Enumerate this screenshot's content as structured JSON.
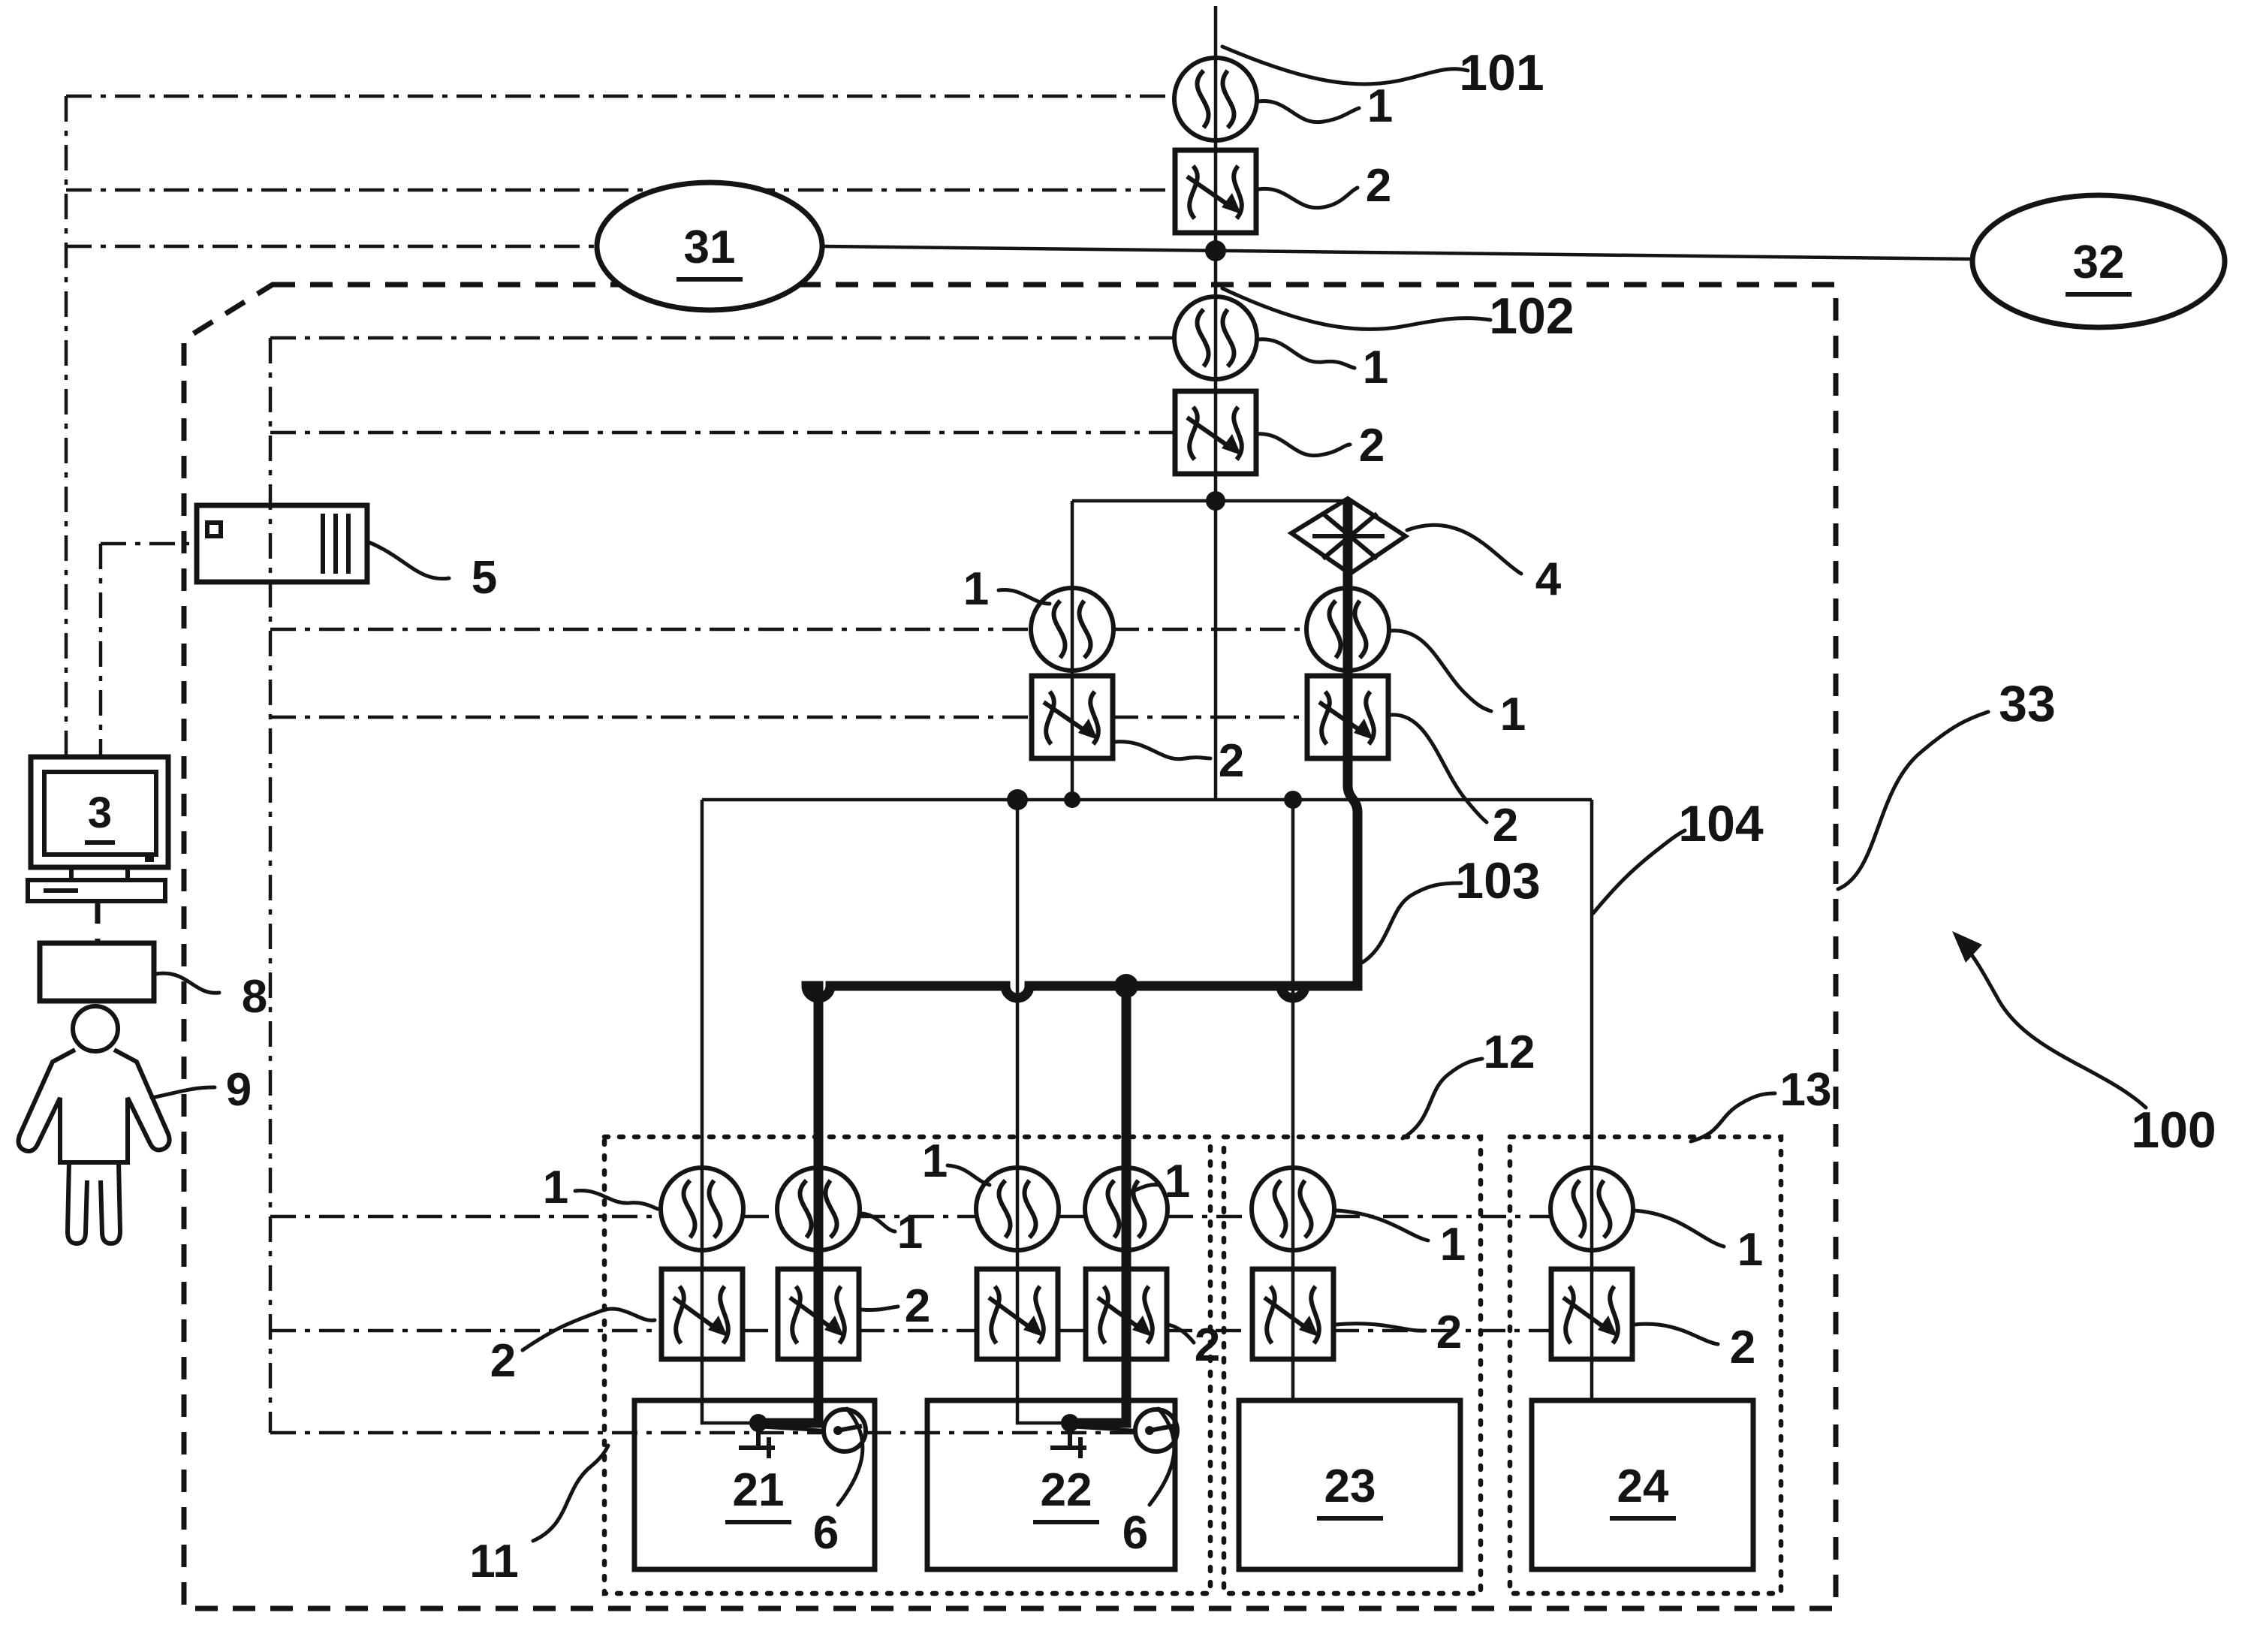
{
  "figure": {
    "kind": "patent-style electrical substation automation schematic",
    "colors": {
      "ink": "#141414",
      "paper": "#ffffff"
    }
  },
  "labels": {
    "sensor": "1",
    "breaker": "2",
    "workstation": "3",
    "fault": "4",
    "server": "5",
    "clock": "6",
    "gateway": "8",
    "operator": "9",
    "bay11": "11",
    "bay12": "12",
    "bay13": "13",
    "load21": "21",
    "load22": "22",
    "load23": "23",
    "load24": "24",
    "grid31": "31",
    "grid32": "32",
    "zone33": "33",
    "system100": "100",
    "feeder101": "101",
    "feeder102": "102",
    "path103": "103",
    "path104": "104"
  }
}
